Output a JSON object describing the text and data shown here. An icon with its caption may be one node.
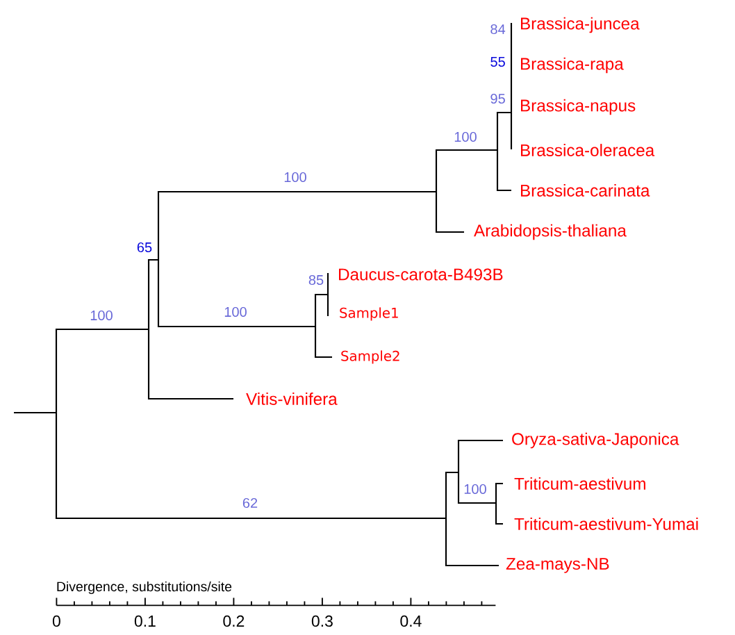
{
  "diagram": {
    "nodes": [
      {
        "text": [
          "Brassica-juncea"
        ]
      },
      {
        "text": [
          "Brassica-rapa"
        ]
      },
      {
        "text": [
          "Brassica-napus"
        ]
      },
      {
        "text": [
          "Brassica-oleracea"
        ]
      },
      {
        "text": [
          "Brassica-carinata"
        ]
      },
      {
        "text": [
          "Arabidopsis-thaliana"
        ]
      },
      {
        "text": [
          "Daucus-carota-B493B"
        ]
      },
      {
        "text": [
          "Sample1"
        ]
      },
      {
        "text": [
          "Sample2"
        ]
      },
      {
        "text": [
          "Vitis-vinifera"
        ]
      },
      {
        "text": [
          "Oryza-sativa-Japonica"
        ]
      },
      {
        "text": [
          "Triticum-aestivum"
        ]
      },
      {
        "text": [
          "Triticum-aestivum-Yumai"
        ]
      },
      {
        "text": [
          "Zea-mays-NB"
        ]
      },
      {
        "text": [],
        "shape": "bar"
      },
      {
        "text": [],
        "shape": "bar"
      },
      {
        "text": [],
        "shape": "bar"
      },
      {
        "text": [],
        "shape": "bar"
      },
      {
        "text": [],
        "shape": "bar"
      },
      {
        "text": [],
        "shape": "bar"
      },
      {
        "text": [],
        "shape": "bar"
      },
      {
        "text": [],
        "shape": "bar"
      },
      {
        "text": [],
        "shape": "bar"
      },
      {
        "text": [],
        "shape": "bar"
      },
      {
        "text": [],
        "shape": "bar",
        "beside": [
          "84",
          "55"
        ]
      }
    ],
    "edges": [
      {
        "from": null,
        "to": 14,
        "arrow": "none"
      },
      {
        "from": 14,
        "to": 15,
        "arrow": "none",
        "label": "100"
      },
      {
        "from": 14,
        "to": 20,
        "arrow": "none",
        "label": "62"
      },
      {
        "from": 15,
        "to": 16,
        "arrow": "none",
        "label": "65"
      },
      {
        "from": 15,
        "to": 9,
        "arrow": "none"
      },
      {
        "from": 16,
        "to": 19,
        "arrow": "none",
        "label": "100"
      },
      {
        "from": 16,
        "to": 17,
        "arrow": "none",
        "label": "100"
      },
      {
        "from": 19,
        "to": 23,
        "arrow": "none",
        "label": "100"
      },
      {
        "from": 19,
        "to": 5,
        "arrow": "none"
      },
      {
        "from": 23,
        "to": 24,
        "arrow": "none",
        "label": "95"
      },
      {
        "from": 23,
        "to": 4,
        "arrow": "none"
      },
      {
        "from": 17,
        "to": 18,
        "arrow": "none",
        "label": "85"
      },
      {
        "from": 17,
        "to": 8,
        "arrow": "none"
      },
      {
        "from": 20,
        "to": 21,
        "arrow": "none"
      },
      {
        "from": 20,
        "to": 13,
        "arrow": "none"
      },
      {
        "from": 21,
        "to": 10,
        "arrow": "none"
      },
      {
        "from": 21,
        "to": 22,
        "arrow": "none",
        "label": "100"
      },
      {
        "from": 22,
        "to": 11,
        "arrow": "none"
      },
      {
        "from": 22,
        "to": 12,
        "arrow": "none"
      }
    ],
    "labels": [
      "Divergence, substitutions/site",
      "0",
      "0.1",
      "0.2",
      "0.3",
      "0.4"
    ]
  }
}
